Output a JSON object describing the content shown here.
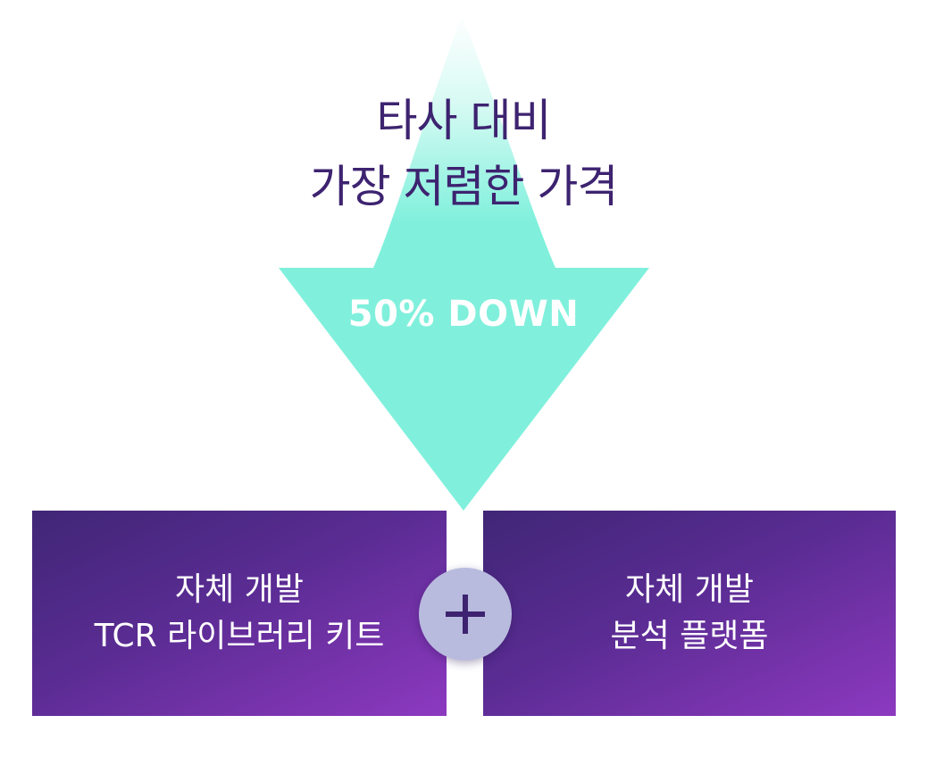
{
  "headline": {
    "line1": "타사 대비",
    "line2": "가장 저렴한 가격"
  },
  "arrow": {
    "label": "50% DOWN",
    "color": "#80f0dc"
  },
  "left_box": {
    "line1": "자체 개발",
    "line2": "TCR 라이브러리 키트"
  },
  "right_box": {
    "line1": "자체 개발",
    "line2": "분석 플랫폼"
  },
  "plus_badge": {
    "icon": "plus-icon"
  },
  "colors": {
    "headline_text": "#3d2370",
    "arrow_teal": "#80f0dc",
    "box_purple_dark": "#402676",
    "box_purple_light": "#8c3ac0",
    "badge": "#b8bbde"
  }
}
